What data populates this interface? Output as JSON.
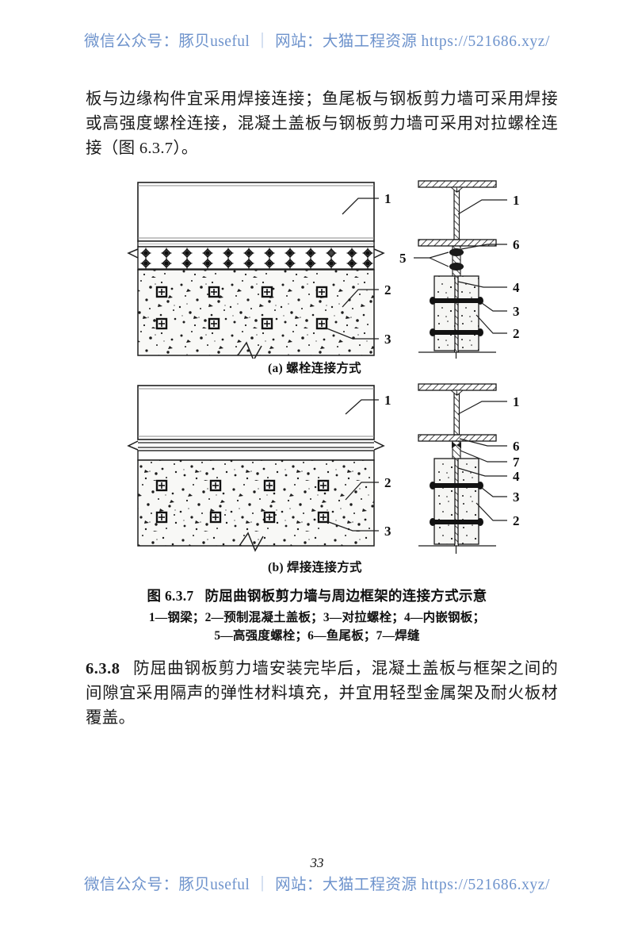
{
  "watermark": {
    "wechat_label": "微信公众号：豚贝useful",
    "separator": "｜",
    "site_label": "网站：大猫工程资源",
    "url": "https://521686.xyz/"
  },
  "body": {
    "paragraph_top": "板与边缘构件宜采用焊接连接；鱼尾板与钢板剪力墙可采用焊接或高强度螺栓连接，混凝土盖板与钢板剪力墙可采用对拉螺栓连接（图 6.3.7）。",
    "section_638_number": "6.3.8",
    "section_638_text": "防屈曲钢板剪力墙安装完毕后，混凝土盖板与框架之间的间隙宜采用隔声的弹性材料填充，并宜用轻型金属架及耐火板材覆盖。"
  },
  "figure": {
    "caption_number": "图 6.3.7",
    "caption_title": "防屈曲钢板剪力墙与周边框架的连接方式示意",
    "legend_line_1": "1—钢梁；2—预制混凝土盖板；3—对拉螺栓；4—内嵌钢板；",
    "legend_line_2": "5—高强度螺栓；6—鱼尾板；7—焊缝",
    "subcaption_a": "(a) 螺栓连接方式",
    "subcaption_b": "(b) 焊接连接方式",
    "callouts": {
      "one": "1",
      "two": "2",
      "three": "3",
      "four": "4",
      "five": "5",
      "six": "6",
      "seven": "7"
    }
  },
  "page_number": "33",
  "colors": {
    "watermark_blue": "#6e93cc",
    "ink": "#111111",
    "concrete_fill": "#f7f7f5",
    "line": "#222222"
  }
}
